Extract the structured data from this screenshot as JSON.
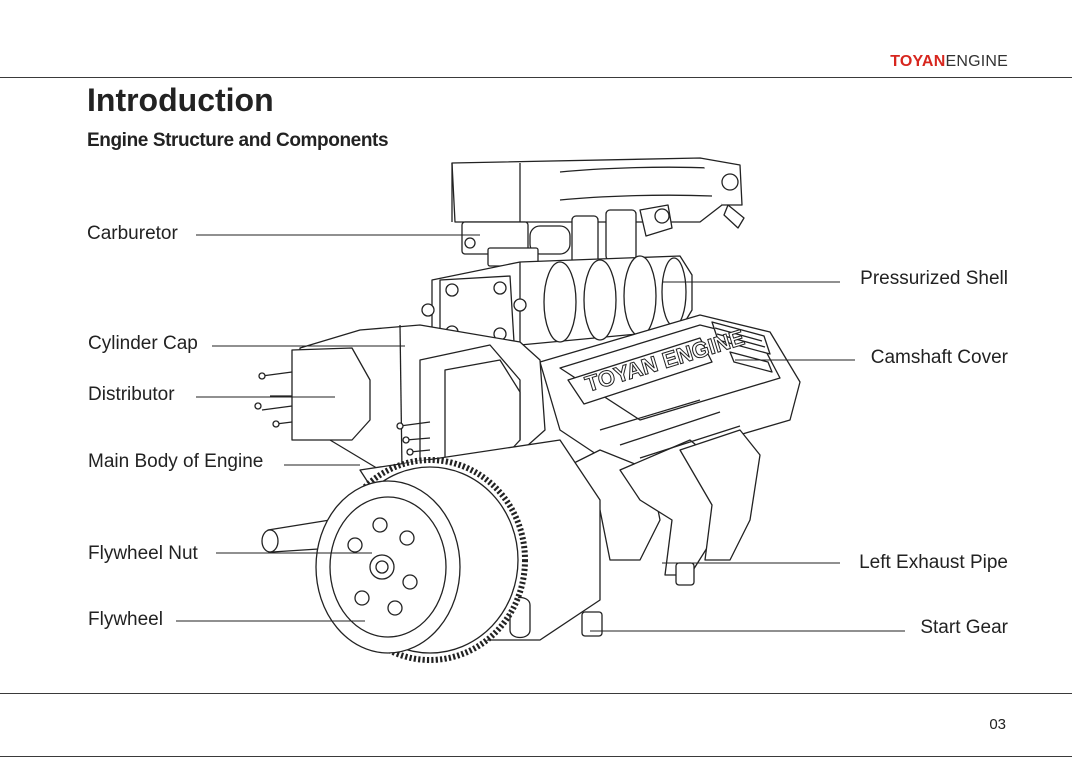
{
  "header": {
    "brand_bold": "TOYAN",
    "brand_light": "ENGINE"
  },
  "page": {
    "title": "Introduction",
    "subtitle": "Engine Structure and Components",
    "page_number": "03"
  },
  "engine_logo_text": "TOYAN ENGINE",
  "labels": {
    "carburetor": "Carburetor",
    "cylinder_cap": "Cylinder Cap",
    "distributor": "Distributor",
    "main_body": "Main Body of Engine",
    "flywheel_nut": "Flywheel Nut",
    "flywheel": "Flywheel",
    "pressurized_shell": "Pressurized Shell",
    "camshaft_cover": "Camshaft Cover",
    "left_exhaust_pipe": "Left Exhaust Pipe",
    "start_gear": "Start Gear"
  }
}
